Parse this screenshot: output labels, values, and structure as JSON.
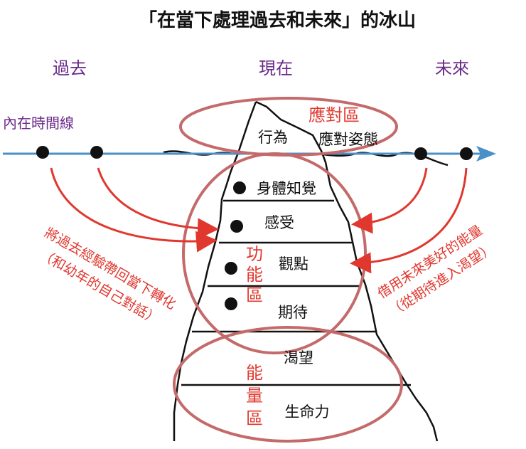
{
  "title": "「在當下處理過去和未來」的冰山",
  "timeline": {
    "past": "過去",
    "present": "現在",
    "future": "未來",
    "line_label": "內在時間線"
  },
  "iceberg": {
    "tip_left": "行為",
    "tip_right": "應對姿態",
    "layers": [
      "身體知覺",
      "感受",
      "觀點",
      "期待",
      "渴望",
      "生命力"
    ]
  },
  "zones": {
    "coping": "應對區",
    "function": [
      "功",
      "能",
      "區"
    ],
    "energy": [
      "能",
      "量",
      "區"
    ]
  },
  "notes": {
    "left": [
      "將過去經驗帶回當下轉化",
      "（和幼年的自己對話）"
    ],
    "right": [
      "借用未來美好的能量",
      "（從期待進入渴望）"
    ]
  },
  "colors": {
    "accent_red": "#e0382f",
    "zone_circle": "#c46a6a",
    "timeline_blue": "#4a90c8",
    "header_purple": "#6a2a8a",
    "ink": "#111111"
  }
}
